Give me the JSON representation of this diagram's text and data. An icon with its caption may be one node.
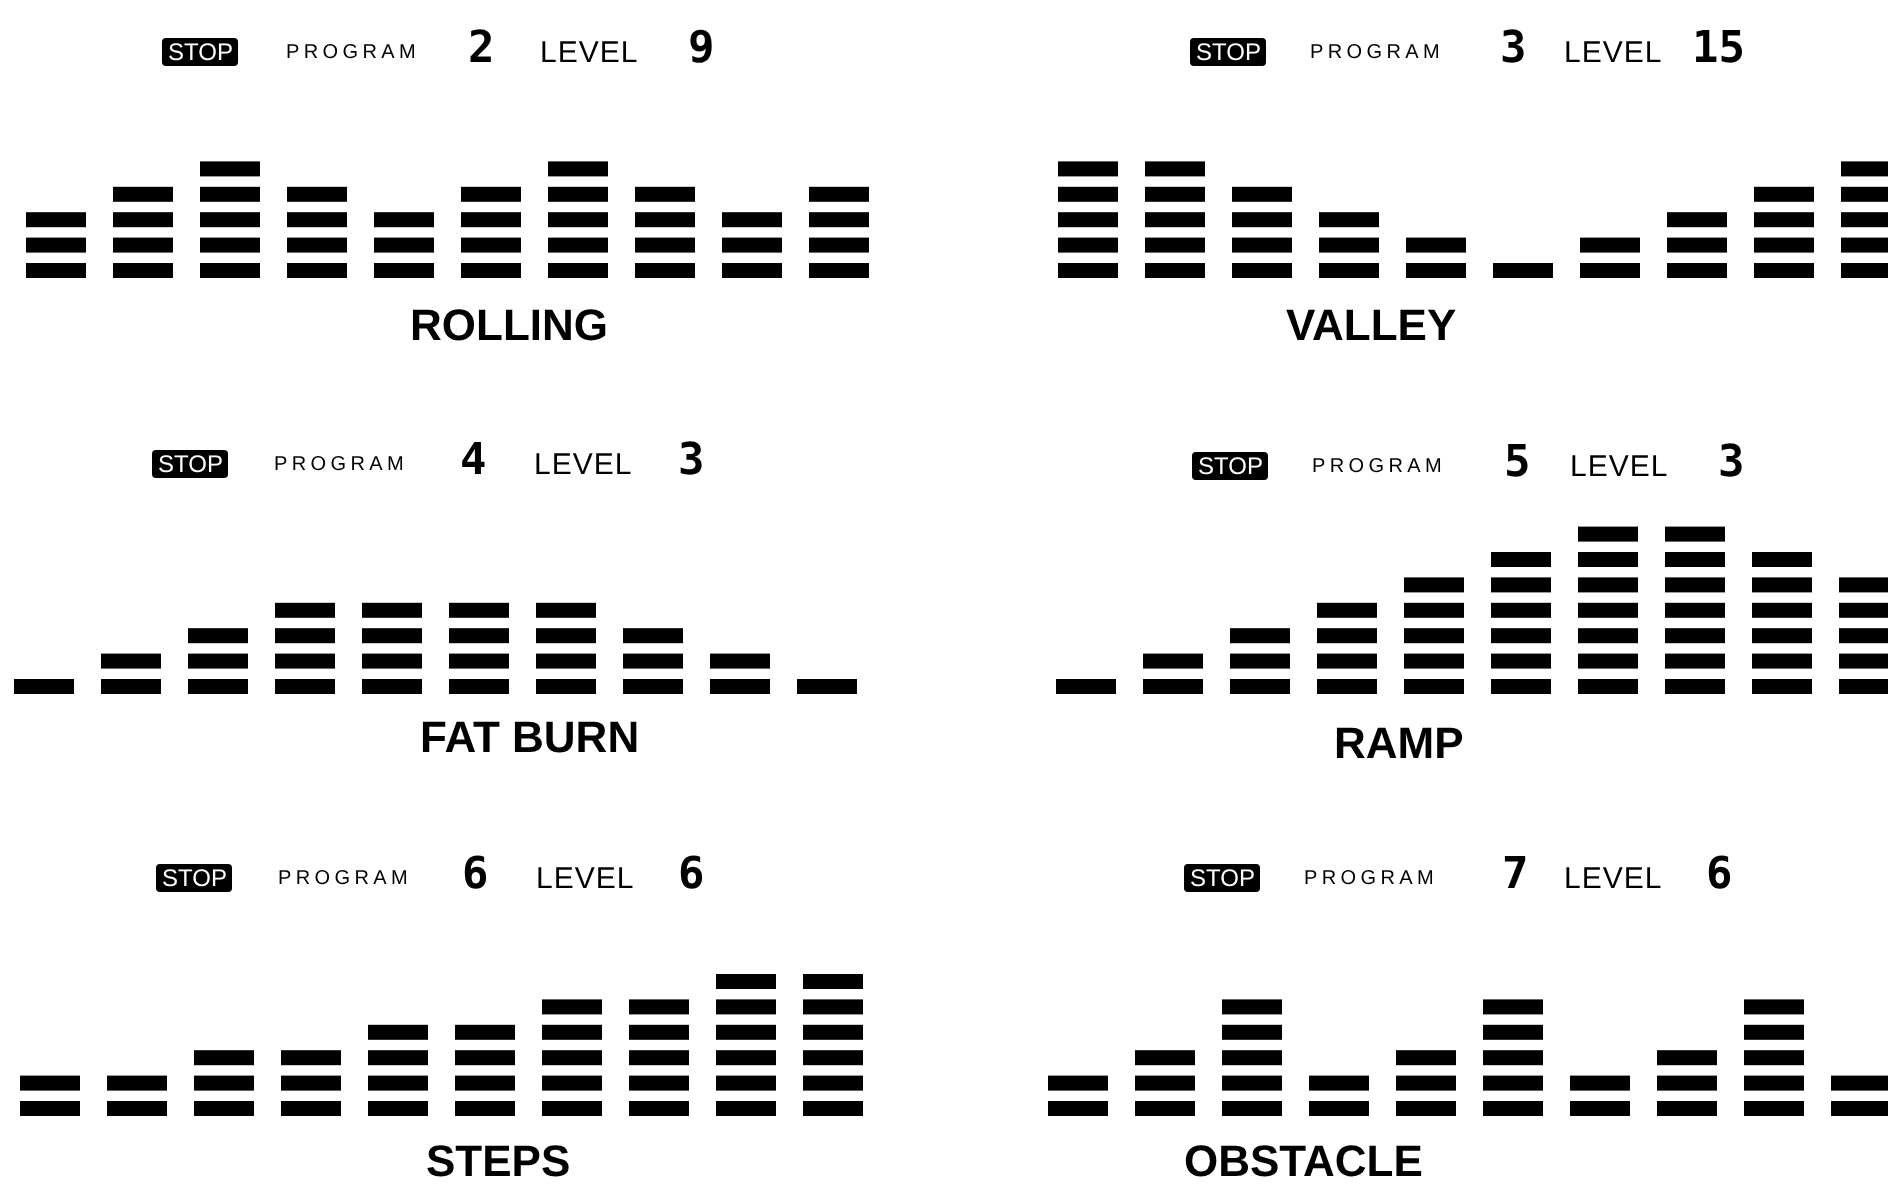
{
  "diagram": {
    "nodes": [
      {
        "text": [
          "STOP"
        ]
      },
      {
        "text": [
          "STOP"
        ]
      },
      {
        "text": [
          "STOP"
        ]
      },
      {
        "text": [
          "STOP"
        ]
      },
      {
        "text": [
          "STOP"
        ]
      },
      {
        "text": [
          "STOP"
        ]
      }
    ],
    "labels": [
      "PROGRAM",
      "2",
      "LEVEL",
      "9",
      "PROGRAM",
      "3",
      "LEVEL",
      "15",
      "ROLLING",
      "VALLEY",
      "PROGRAM",
      "4",
      "LEVEL",
      "3",
      "PROGRAM",
      "5",
      "LEVEL",
      "3",
      "FAT BURN",
      "RAMP",
      "PROGRAM",
      "6",
      "LEVEL",
      "6",
      "PROGRAM",
      "7",
      "LEVEL",
      "6",
      "STEPS",
      "OBSTACLE"
    ]
  }
}
